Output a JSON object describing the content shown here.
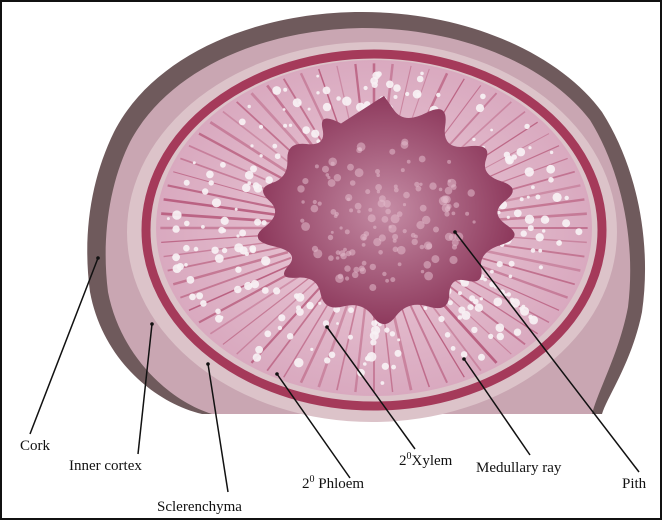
{
  "labels": {
    "cork": "Cork",
    "inner_cortex": "Inner cortex",
    "sclerenchyma": "Sclerenchyma",
    "phloem_prefix": "2",
    "phloem_sup": "0",
    "phloem": "Phloem",
    "xylem_prefix": "2",
    "xylem_sup": "0",
    "xylem": "Xylem",
    "medullary_ray": "Medullary ray",
    "pith": "Pith"
  },
  "colors": {
    "cork": "#6f5a5c",
    "cortex": "#c9a6b2",
    "sclerenchyma": "#dcc3c9",
    "phloem_band": "#a53a5a",
    "xylem": "#e7c2d3",
    "ray": "#b04a6e",
    "pith": "#9c4468",
    "vessel": "#f7f1f4",
    "pointer": "#111111"
  }
}
